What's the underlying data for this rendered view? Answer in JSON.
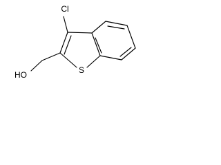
{
  "molecule": {
    "labels": {
      "chlorine": "Cl",
      "sulfur": "S",
      "hydroxyl": "HO"
    },
    "colors": {
      "bond": "#000000",
      "label": "#000000",
      "background": "#ffffff"
    }
  }
}
